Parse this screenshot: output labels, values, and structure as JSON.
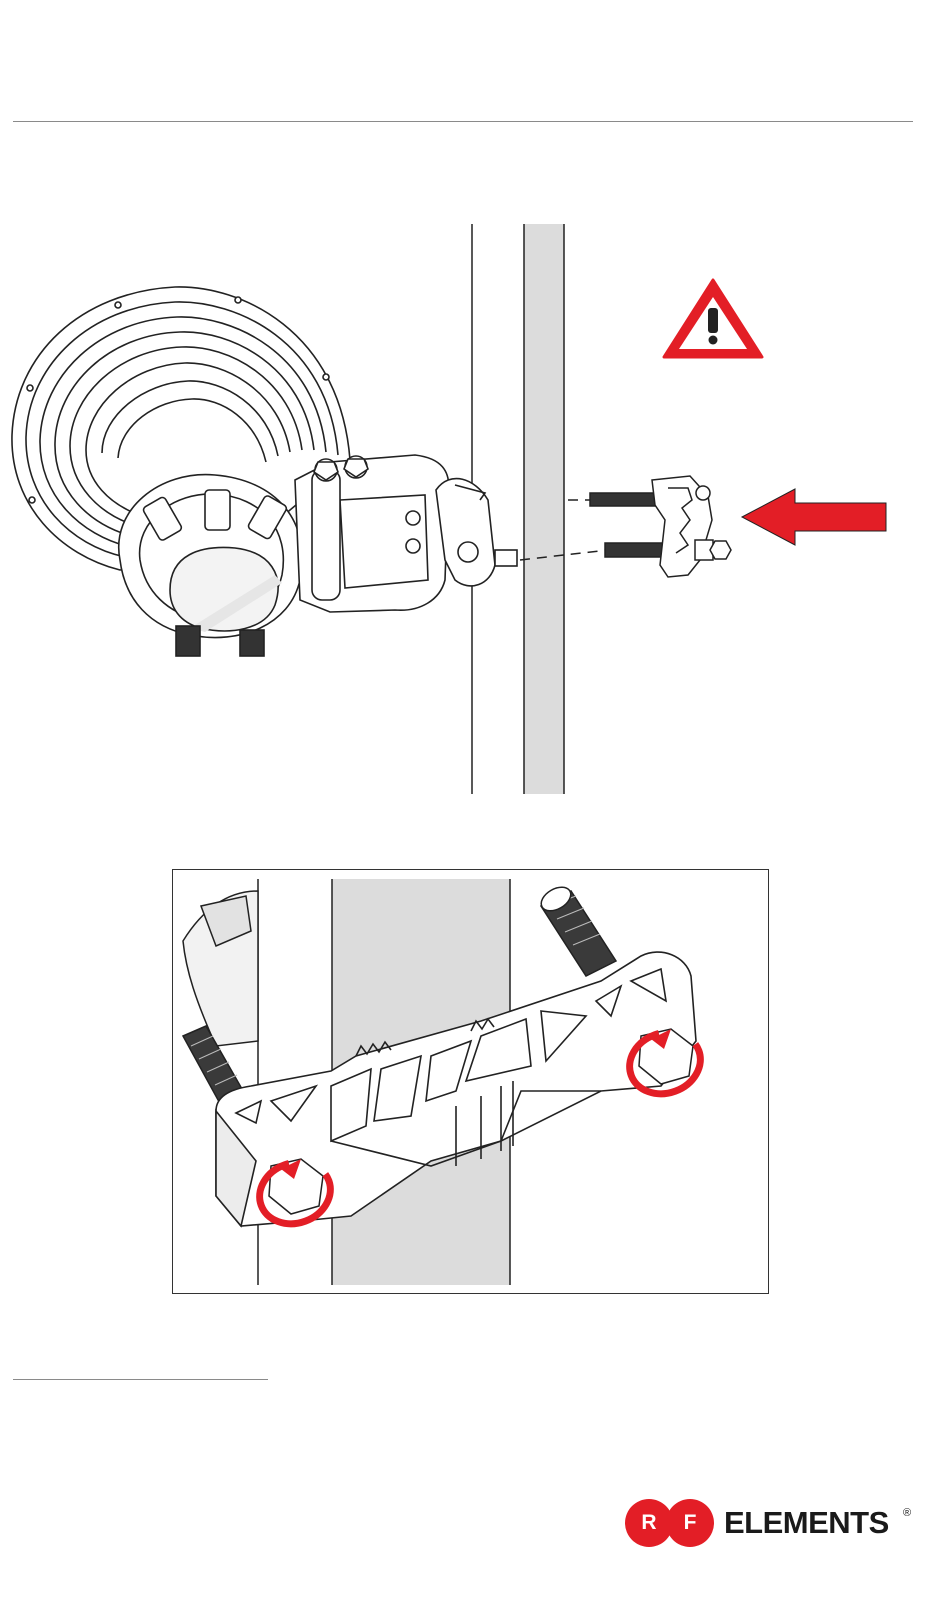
{
  "brand": {
    "logo_r": "R",
    "logo_f": "F",
    "wordmark": "ELEMENTS",
    "registered": "®",
    "accent_color": "#e31e26"
  },
  "figure": {
    "warning_icon": "warning-triangle-icon",
    "arrow_icon": "red-arrow-left-icon",
    "rotation_icon": "clockwise-rotation-arrow-icon"
  }
}
